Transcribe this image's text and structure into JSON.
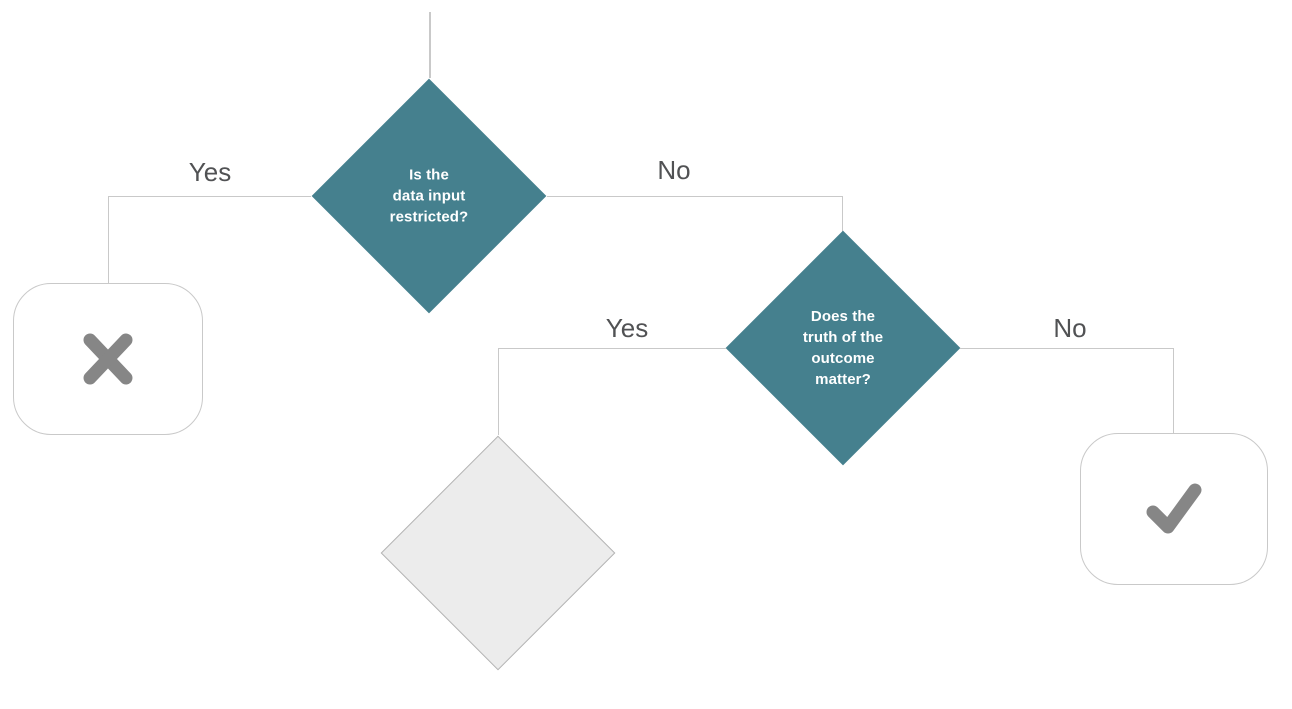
{
  "diagram": {
    "type": "decision-flowchart",
    "background": "#ffffff",
    "nodes": {
      "decision_data_input": {
        "type": "decision",
        "label": "Is the\ndata input\nrestricted?"
      },
      "decision_outcome_truth": {
        "type": "decision",
        "label": "Does the\ntruth of the\noutcome\nmatter?"
      },
      "placeholder_decision": {
        "type": "decision-empty",
        "label": ""
      },
      "terminal_reject": {
        "type": "terminal",
        "icon": "x-icon"
      },
      "terminal_accept": {
        "type": "terminal",
        "icon": "check-icon"
      }
    },
    "edges": {
      "data_input_yes": {
        "label": "Yes",
        "from": "decision_data_input",
        "to": "terminal_reject"
      },
      "data_input_no": {
        "label": "No",
        "from": "decision_data_input",
        "to": "decision_outcome_truth"
      },
      "outcome_truth_yes": {
        "label": "Yes",
        "from": "decision_outcome_truth",
        "to": "placeholder_decision"
      },
      "outcome_truth_no": {
        "label": "No",
        "from": "decision_outcome_truth",
        "to": "terminal_accept"
      }
    },
    "colors": {
      "decision_fill": "#45808E",
      "decision_text": "#FFFFFF",
      "placeholder_fill": "#ECECEC",
      "placeholder_border": "#B3B3B3",
      "connector": "#C9C9C9",
      "terminal_border": "#C9C9C9",
      "icon_gray": "#868686",
      "edge_label_text": "#515254"
    }
  }
}
